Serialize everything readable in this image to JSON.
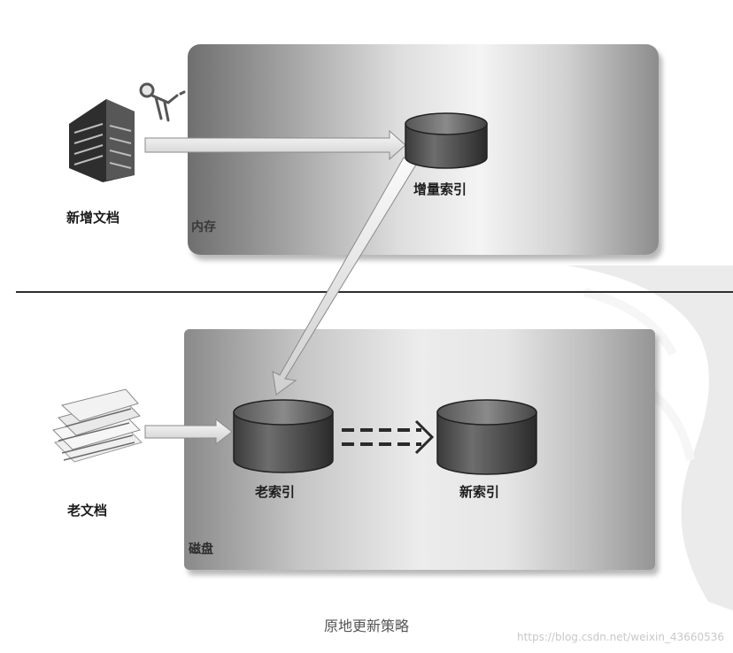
{
  "panels": {
    "memory_label": "内存",
    "disk_label": "磁盘"
  },
  "nodes": {
    "new_docs": "新增文档",
    "old_docs": "老文档",
    "incremental_index": "增量索引",
    "old_index": "老索引",
    "new_index": "新索引"
  },
  "caption": "原地更新策略",
  "watermark": "https://blog.csdn.net/weixin_43660536"
}
